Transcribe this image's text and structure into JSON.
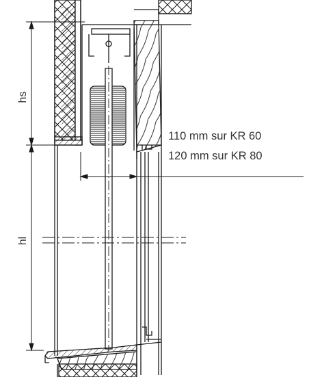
{
  "labels": {
    "hs": "hs",
    "hl": "hl",
    "note_line_1": "110 mm sur KR 60",
    "note_line_2": "120 mm sur KR 80"
  },
  "colors": {
    "line": "#1a1a1a",
    "text": "#333333",
    "background": "#ffffff"
  }
}
